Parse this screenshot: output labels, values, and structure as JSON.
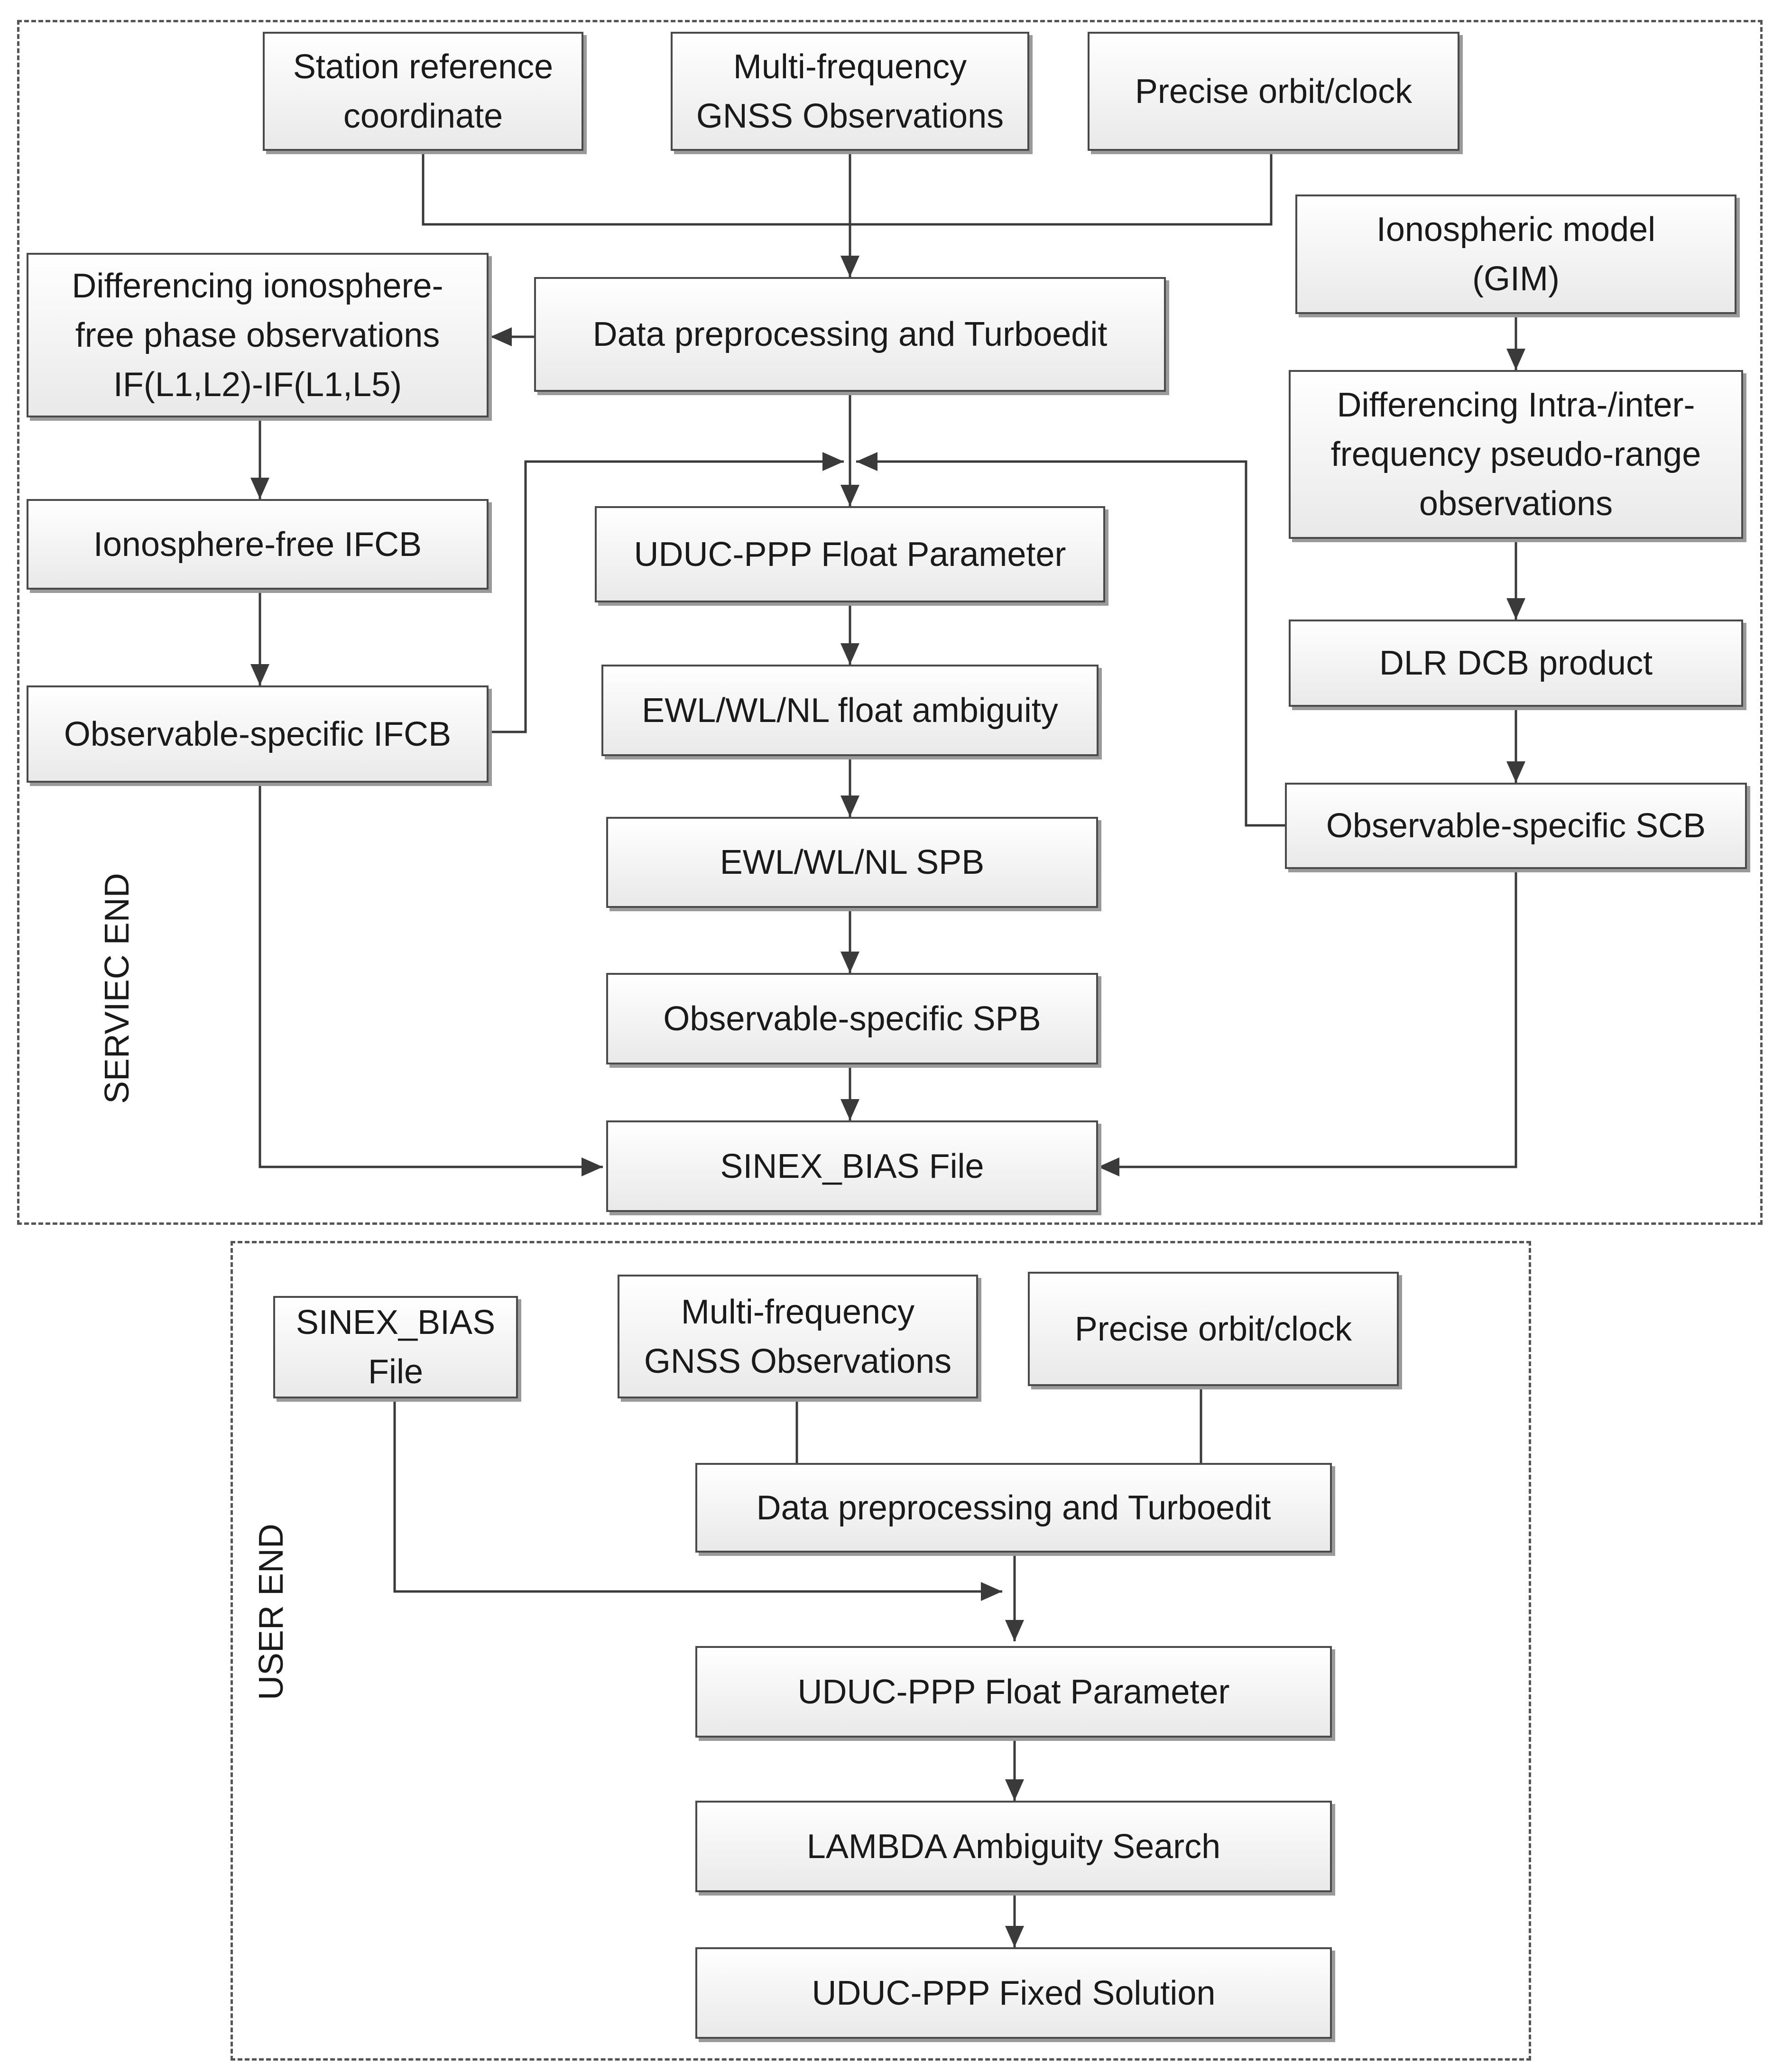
{
  "service_end": {
    "label": "SERVIEC END",
    "boxes": {
      "station_ref": "Station reference\ncoordinate",
      "gnss_obs": "Multi-frequency\nGNSS Observations",
      "orbit_clock": "Precise orbit/clock",
      "iono_model": "Ionospheric model\n(GIM)",
      "diff_iono_free": "Differencing ionosphere-\nfree phase observations\nIF(L1,L2)-IF(L1,L5)",
      "preprocess": "Data preprocessing and Turboedit",
      "diff_pseudorange": "Differencing Intra-/inter-\nfrequency pseudo-range\nobservations",
      "iono_free_ifcb": "Ionosphere-free IFCB",
      "float_param": "UDUC-PPP Float Parameter",
      "dlr_dcb": "DLR DCB product",
      "obs_ifcb": "Observable-specific IFCB",
      "float_amb": "EWL/WL/NL float ambiguity",
      "obs_scb": "Observable-specific SCB",
      "spb": "EWL/WL/NL SPB",
      "obs_spb": "Observable-specific SPB",
      "sinex_bias": "SINEX_BIAS File"
    }
  },
  "user_end": {
    "label": "USER END",
    "boxes": {
      "sinex_bias_file": "SINEX_BIAS\nFile",
      "gnss_obs": "Multi-frequency\nGNSS Observations",
      "orbit_clock": "Precise orbit/clock",
      "preprocess": "Data preprocessing and Turboedit",
      "float_param": "UDUC-PPP Float Parameter",
      "lambda": "LAMBDA  Ambiguity Search",
      "fixed": "UDUC-PPP Fixed Solution"
    }
  }
}
